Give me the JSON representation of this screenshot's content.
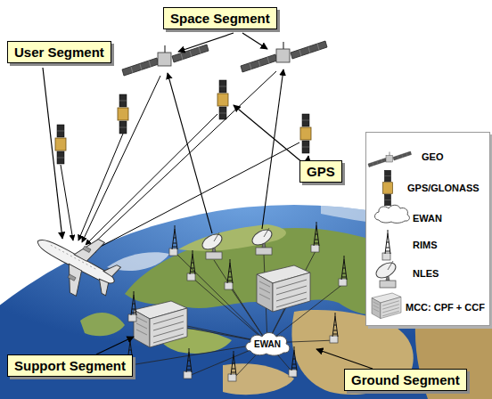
{
  "diagram": {
    "nodes": [
      {
        "text": [
          "Space Segment"
        ]
      },
      {
        "text": [
          "User Segment"
        ]
      },
      {
        "text": [
          "GPS"
        ]
      },
      {
        "text": [
          "EWAN"
        ]
      },
      {
        "text": [
          "Support Segment"
        ]
      },
      {
        "text": [
          "Ground Segment"
        ]
      }
    ],
    "legend": [
      {
        "text": "GEO"
      },
      {
        "text": "GPS/GLONASS"
      },
      {
        "text": "EWAN"
      },
      {
        "text": "RIMS"
      },
      {
        "text": "NLES"
      },
      {
        "text": "MCC: CPF + CCF"
      }
    ]
  }
}
